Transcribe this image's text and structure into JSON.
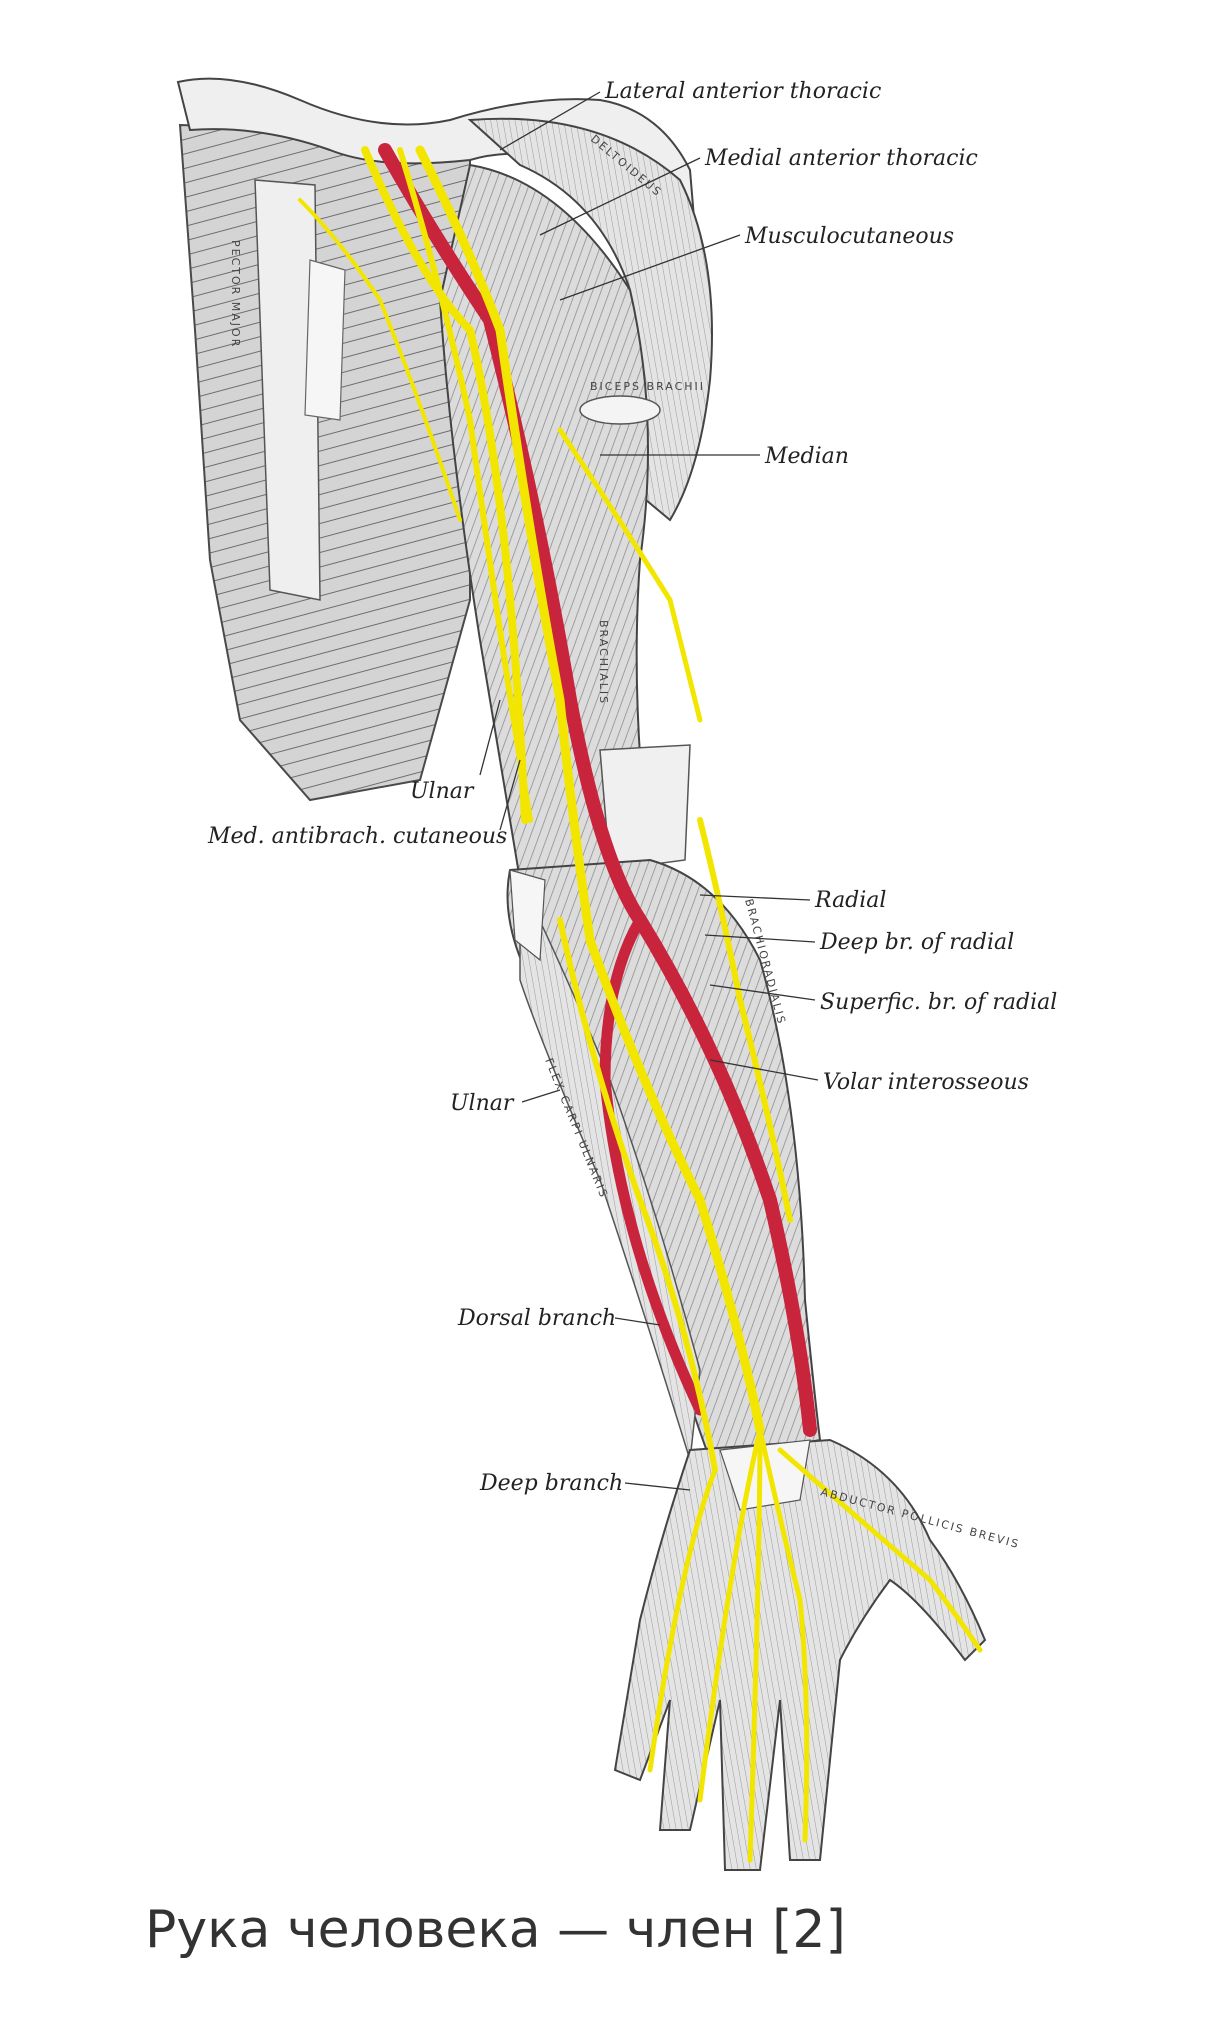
{
  "caption": "Рука человека — член [2]",
  "colors": {
    "artery": "#c8243c",
    "nerve": "#f2e600",
    "muscle": "#d9d9d9",
    "outline": "#4a4a4a"
  },
  "labels": {
    "lateral_anterior_thoracic": "Lateral anterior thoracic",
    "medial_anterior_thoracic": "Medial anterior thoracic",
    "musculocutaneous": "Musculocutaneous",
    "median": "Median",
    "ulnar_upper": "Ulnar",
    "med_antibrach_cutaneous": "Med. antibrach. cutaneous",
    "radial": "Radial",
    "deep_br_of_radial": "Deep br. of radial",
    "superfic_br_of_radial": "Superfic. br. of radial",
    "volar_interosseous": "Volar interosseous",
    "ulnar_lower": "Ulnar",
    "dorsal_branch": "Dorsal branch",
    "deep_branch": "Deep branch"
  },
  "muscle_labels": {
    "deltoideus": "DELTOIDEUS",
    "pector_major": "PECTOR MAJOR",
    "biceps_brachii": "BICEPS BRACHII",
    "brachialis": "BRACHIALIS",
    "brachioradialis": "BRACHIORADIALIS",
    "flex_carpi_ulnaris": "FLEX CARPI ULNARIS",
    "abductor_pollicis_brevis": "ABDUCTOR POLLICIS BREVIS"
  }
}
